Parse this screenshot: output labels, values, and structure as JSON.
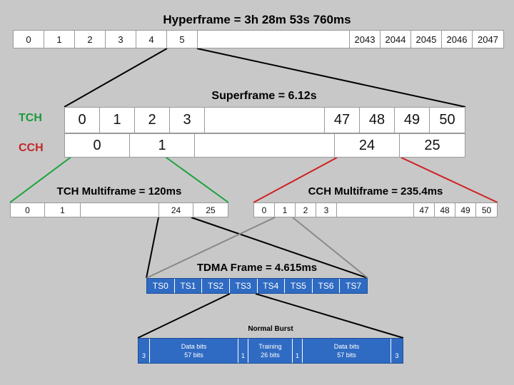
{
  "hyperframe": {
    "title": "Hyperframe = 3h 28m 53s 760ms",
    "left_cells": [
      "0",
      "1",
      "2",
      "3",
      "4",
      "5"
    ],
    "right_cells": [
      "2043",
      "2044",
      "2045",
      "2046",
      "2047"
    ]
  },
  "superframe": {
    "title": "Superframe = 6.12s",
    "tch_label": "TCH",
    "cch_label": "CCH",
    "tch_label_color": "#1a9a3a",
    "cch_label_color": "#c0282a",
    "tch_left": [
      "0",
      "1",
      "2",
      "3"
    ],
    "tch_right": [
      "47",
      "48",
      "49",
      "50"
    ],
    "cch_left": [
      "0",
      "1"
    ],
    "cch_right": [
      "24",
      "25"
    ]
  },
  "tch_multiframe": {
    "title": "TCH Multiframe = 120ms",
    "left": [
      "0",
      "1"
    ],
    "right": [
      "24",
      "25"
    ]
  },
  "cch_multiframe": {
    "title": "CCH Multiframe = 235.4ms",
    "left": [
      "0",
      "1",
      "2",
      "3"
    ],
    "right": [
      "47",
      "48",
      "49",
      "50"
    ]
  },
  "tdma": {
    "title": "TDMA Frame = 4.615ms",
    "slots": [
      "TS0",
      "TS1",
      "TS2",
      "TS3",
      "TS4",
      "TS5",
      "TS6",
      "TS7"
    ]
  },
  "burst": {
    "title": "Normal Burst",
    "fields": [
      {
        "line1": "3",
        "line2": ""
      },
      {
        "line1": "Data bits",
        "line2": "57 bits"
      },
      {
        "line1": "1",
        "line2": ""
      },
      {
        "line1": "Training",
        "line2": "26 bits"
      },
      {
        "line1": "1",
        "line2": ""
      },
      {
        "line1": "Data bits",
        "line2": "57 bits"
      },
      {
        "line1": "3",
        "line2": ""
      }
    ]
  },
  "colors": {
    "tch_lines": "#1aa33a",
    "cch_lines": "#d02020",
    "black_lines": "#000000",
    "gray_lines": "#8a8a8a",
    "tdma_fill": "#2f6bc2"
  }
}
